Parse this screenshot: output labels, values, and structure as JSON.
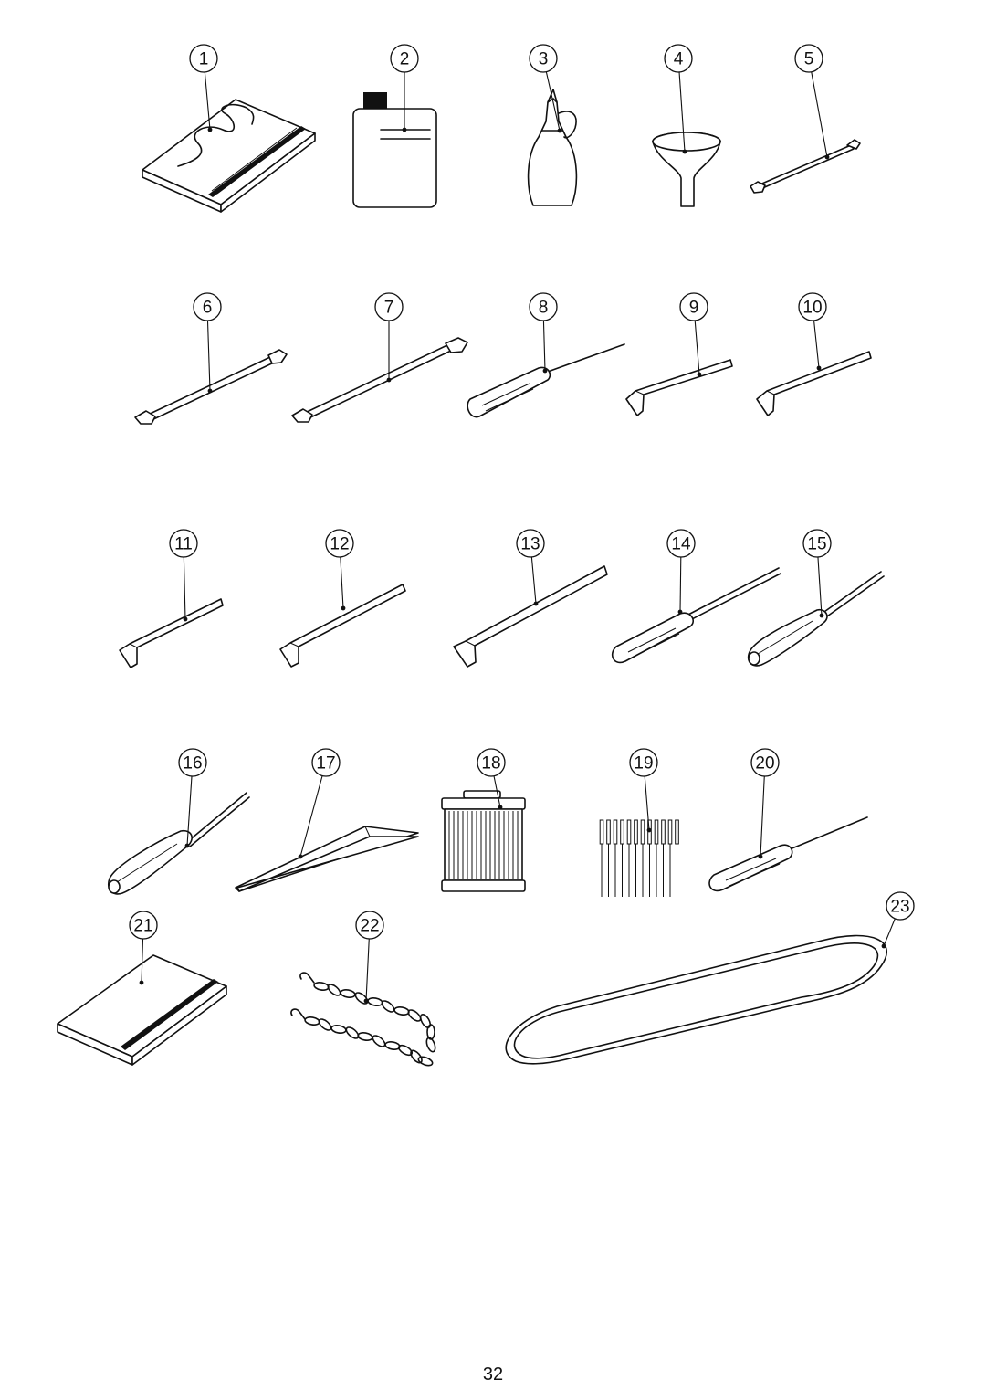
{
  "diagram": {
    "parts": [
      {
        "label": "1",
        "icon": "book-icon"
      },
      {
        "label": "2",
        "icon": "oil-can-icon"
      },
      {
        "label": "3",
        "icon": "oil-bottle-icon"
      },
      {
        "label": "4",
        "icon": "funnel-icon"
      },
      {
        "label": "5",
        "icon": "wrench-icon"
      },
      {
        "label": "6",
        "icon": "wrench-icon"
      },
      {
        "label": "7",
        "icon": "wrench-icon"
      },
      {
        "label": "8",
        "icon": "screwdriver-icon"
      },
      {
        "label": "9",
        "icon": "hex-key-icon"
      },
      {
        "label": "10",
        "icon": "hex-key-icon"
      },
      {
        "label": "11",
        "icon": "hex-key-icon"
      },
      {
        "label": "12",
        "icon": "hex-key-icon"
      },
      {
        "label": "13",
        "icon": "hex-key-icon"
      },
      {
        "label": "14",
        "icon": "screwdriver-icon"
      },
      {
        "label": "15",
        "icon": "screwdriver-icon"
      },
      {
        "label": "16",
        "icon": "screwdriver-icon"
      },
      {
        "label": "17",
        "icon": "tweezers-icon"
      },
      {
        "label": "18",
        "icon": "filter-icon"
      },
      {
        "label": "19",
        "icon": "needles-icon"
      },
      {
        "label": "20",
        "icon": "screwdriver-icon"
      },
      {
        "label": "21",
        "icon": "book-icon"
      },
      {
        "label": "22",
        "icon": "chain-icon"
      },
      {
        "label": "23",
        "icon": "belt-icon"
      }
    ]
  },
  "page_number": "32"
}
